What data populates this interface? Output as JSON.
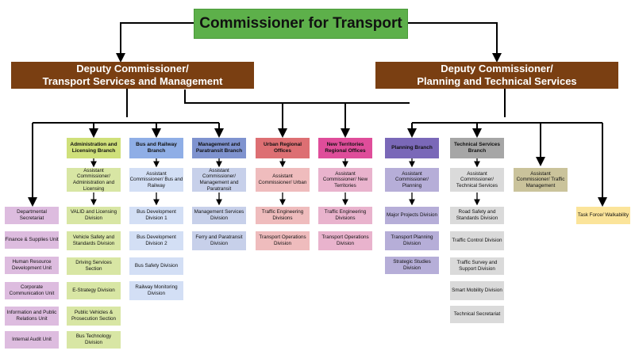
{
  "commissioner": "Commissioner for Transport",
  "deputy_left": [
    "Deputy Commissioner/",
    "Transport Services and Management"
  ],
  "deputy_right": [
    "Deputy Commissioner/",
    "Planning and Technical Services"
  ],
  "admin": {
    "branch": "Administration and Licensing Branch",
    "ac": "Assistant Commissioner/ Administration and Licensing",
    "divisions": [
      "VALID and Licensing Division",
      "Vehicle Safety and Standards Division",
      "Driving Services Section",
      "E-Strategy Division",
      "Public Vehicles & Prosecution Section",
      "Bus Technology Division"
    ]
  },
  "bus": {
    "branch": "Bus and Railway Branch",
    "ac": "Assistant Commissioner/ Bus and Railway",
    "divisions": [
      "Bus Development Division 1",
      "Bus Development Division 2",
      "Bus Safety Division",
      "Railway Monitoring Division"
    ]
  },
  "mgmt": {
    "branch": "Management and Paratransit Branch",
    "ac": "Assistant Commissioner/ Management and Paratransit",
    "divisions": [
      "Management Services Division",
      "Ferry and Paratransit Division"
    ]
  },
  "urban": {
    "branch": "Urban Regional Offices",
    "ac": "Assistant Commissioner/ Urban",
    "divisions": [
      "Traffic Engineering Divisions",
      "Transport Operations Division"
    ]
  },
  "nt": {
    "branch": "New Territories Regional Offices",
    "ac": "Assistant Commissioner/ New Territories",
    "divisions": [
      "Traffic Engineering Divisions",
      "Transport Operations Division"
    ]
  },
  "planning": {
    "branch": "Planning Branch",
    "ac": "Assistant Commissioner/ Planning",
    "divisions": [
      "Major Projects Division",
      "Transport Planning Division",
      "Strategic Studies Division"
    ]
  },
  "tech": {
    "branch": "Technical Services Branch",
    "ac": "Assistant Commissioner/ Technical Services",
    "divisions": [
      "Road Safety and Standards Division",
      "Traffic Control Division",
      "Traffic Survey and Support Division",
      "Smart Mobility Division",
      "Technical Secretariat"
    ]
  },
  "traffic_mgmt": "Assistant Commissioner/ Traffic Management",
  "task_force": "Task Force/ Walkability",
  "secretariat": [
    "Departmental Secretariat",
    "Finance & Supplies Unit",
    "Human Resource Development Unit",
    "Corporate Communication Unit",
    "Information and Public Relations Unit",
    "Internal Audit Unit"
  ],
  "colors": {
    "commissioner": "#5db04a",
    "deputy": "#7a3f12",
    "admin": "#cfe07a",
    "bus": "#8faee6",
    "mgmt": "#7f93cf",
    "urban": "#dd6f73",
    "nt": "#df4d9a",
    "planning": "#7a68b8",
    "tech": "#a6a6a6",
    "traffic_mgmt": "#cac39b",
    "task_force": "#fbe49a",
    "secretariat": "#ddbcdf"
  }
}
